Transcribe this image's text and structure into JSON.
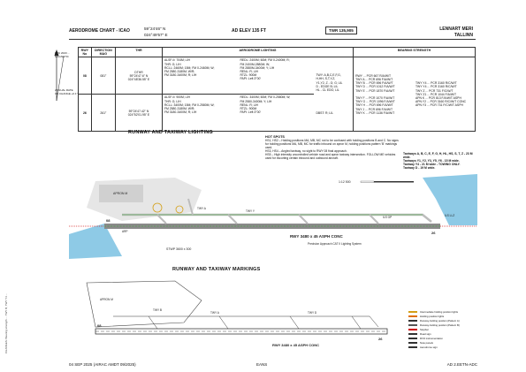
{
  "header": {
    "title": "AERODROME CHART - ICAO",
    "lat": "59°24'46\" N",
    "lon": "024°49'57\" E",
    "elev": "AD ELEV 135 FT",
    "twr": "TWR 135,905",
    "city": "LENNART MERI",
    "city2": "TALLINN"
  },
  "compass": {
    "var": "EVC 2023 ...\nMAGNETIC",
    "annual": "ANNUAL RATE\nOF CHANGE +0.1°"
  },
  "table": {
    "headers": [
      "RWY\nNo",
      "DIRECTION\nMAG",
      "THR",
      "AERODROME LIGHTING",
      "BEARING STRENGTH"
    ],
    "rows": [
      {
        "rwy": "08",
        "dir": "081°",
        "thr": "DTHR\n59°24'47.6\" N\n024°48'36.55\" E",
        "lighting": "ALSF-II: 704M; LIH\nTHR: G; LIH\nRCLL: 2460M; 15M; FM 0-2460M; W;\nFM 2580-3180M; W/R;\nFM 3180-3400M; R; LIH",
        "lighting2": "REDL: 2400M; 60M; FM 0-2400M; R;\nFM 2400M-2880M; W;\nFM 2880M-3400M; Y; LIH\nRENL: R; LIH\nRTZL: 900M\nPAPI: Left 3°00'",
        "bearing": "RWY ... PCR 667 R/A/W/T\nTWY A ... PCR 696 F/A/W/T\nTWY B ... PCR 696 F/A/W/T\nTWY D ... PCR 1012 F/A/W/T\nTWY E ... PCR 1870 F/A/W/T"
      },
      {
        "rwy": "26",
        "dir": "261°",
        "thr": "59°24'47.42\" N\n024°52'01.95\" E",
        "lighting": "ALSF-II: 900M; LIH\nTHR: G; LIH\nRCLL: 3400M; 15M; FM 0-2580M; W;\nFM 2580-3180M; W/R;\nFM 3180-3400M; R; LIH",
        "lighting2": "REDL: 3400M; 60M; FM 0-2580M; W;\nFM 2580-3400M; Y; LIH\nRENL: R; LIH\nRTZL: 900M\nPAPI: Left 3°00'",
        "bearing": "TWY F ... PCR 1070 F/A/W/T\nTWY G ... PCR 1096 F/A/W/T\nTWY H ... PCR 696 F/A/W/T\nTWY J ... PCR 696 F/A/W/T\nTWY K ... PCR 1136 F/A/W/T"
      }
    ],
    "twy_light": "TWY: A,B,C,E,F,G,\nH,HH, S,T,Y,Z,\nY1,Y2, Z - G; G; LIL\nD - EDGE B; LIL\nHL - CL EDG; LIL",
    "dbst": "DBST: R; LIL",
    "bearing_right": "TWY Y4 ... PCR 3160 R/C/W/T\nTWY Y4 ... PCR 3160 R/C/W/T\nTWY Z ... PCR 731 F/C/W/T\nTWY Z1 ... PCR 1044 F/A/W/T\nAPN K ... PCR 813 F/A/W/T ASPH\nAPN Y2 ... PCR 3160 R/C/W/T CONC\nAPN Y3 ... PCR 731 F/C/W/T ASPH"
  },
  "sections": {
    "lighting_title": "RUNWAY AND TAXIWAY LIGHTING",
    "markings_title": "RUNWAY AND TAXIWAY MARKINGS",
    "hotspots_title": "HOT SPOTS",
    "hotspots_text": "HS1, HS2 – Holding positions MA, MB, MC not to be confused with holding positions B and C. No signs for holding positions MA, MB, MC for traffic inbound on apron M, holding positions pattern 'B' markings used.\nHS3, HS4 – Angled taxiway, no sight to RWY 08 final approach.\nHS5 – High intensity uncontrolled vehicle road and apron taxiway intersection. FOLLOW ME vehicles used for escorting certain inbound and outbound aircraft.",
    "twy_widths": "Taxiways A, B, C, E, F, G, H, HL, HS, S, T, Z - 23 M wide.\nTaxiways Y1, Y2, Y3, Y5, Y6 - 15 M wide.\nTaxiway Y4 - 21 M wide - TOWING ONLY.\nTaxiway D - 19 M wide."
  },
  "map_labels": {
    "rwy": "RWY 3480 x 45 ASPH CONC",
    "stwp": "STWP 3600 x 300",
    "scale": "1:12 500",
    "apron_m": "APRON M",
    "twy_a": "TWY A",
    "twy_b": "TWY B",
    "twy_d": "TWY D",
    "twy_y": "TWY Y",
    "thr": "THR",
    "rwy08": "08",
    "rwy26": "26",
    "ils_llz": "ILS LLZ",
    "ils_gp": "ILS GP",
    "arp": "ARP",
    "appr": "Precision Approach\nCAT II Lighting System"
  },
  "legend": {
    "items": [
      {
        "label": "Intermediate holding position lights",
        "color": "#d4a017"
      },
      {
        "label": "Holding position lights",
        "color": "#e07000"
      },
      {
        "label": "Runway-holding position (Pattern A)",
        "color": "#333333"
      },
      {
        "label": "Runway-holding position (Pattern B)",
        "color": "#555555"
      },
      {
        "label": "Stopbar",
        "color": "#cc0000"
      },
      {
        "label": "Road sign",
        "color": "#333333"
      },
      {
        "label": "RVO instrumentation",
        "color": "#333333"
      },
      {
        "label": "Note panels",
        "color": "#333333"
      },
      {
        "label": "Aerodrome sign",
        "color": "#333333"
      }
    ]
  },
  "footer": {
    "left": "04 SEP 2025 (AIRAC AMDT 09/2025)",
    "center": "EANS",
    "right": "AD 2.EETN-ADC"
  },
  "side_note": "CHANGES: Bearing strength ... TWY B, TWY Y4 ...",
  "colors": {
    "rwy": "#9a9a9a",
    "twy": "#c8c8c8",
    "grass": "#e8f0e0",
    "water": "#8ecae6",
    "apron": "#d8d8d8",
    "light_yellow": "#f2d34b",
    "light_green": "#3aaa35",
    "light_red": "#d62828",
    "light_blue": "#4a7bd6"
  }
}
